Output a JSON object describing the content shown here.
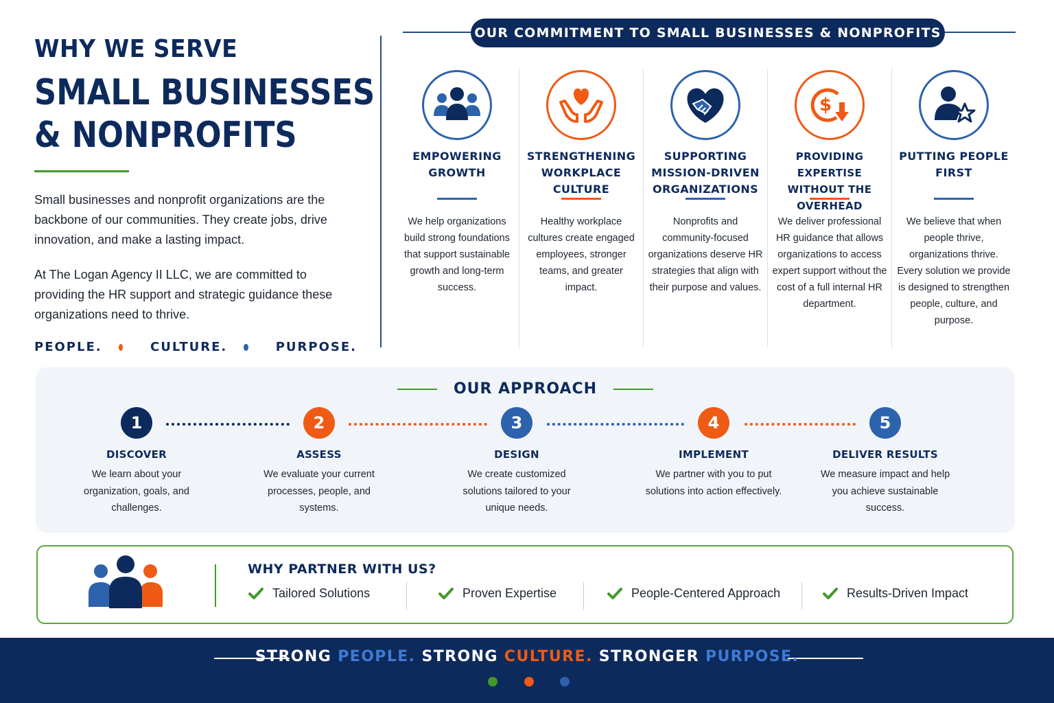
{
  "colors": {
    "navy": "#0d2a5c",
    "blue": "#2d62ad",
    "orange": "#ef5a14",
    "green": "#3f9a2a"
  },
  "hero": {
    "title_line1": "WHY WE SERVE",
    "title_line2": "SMALL BUSINESSES",
    "title_line3": "& NONPROFITS",
    "para1": "Small businesses and nonprofit organizations are the backbone of our communities. They create jobs, drive innovation, and make a lasting impact.",
    "para2": "At The Logan Agency II LLC, we are committed to providing the HR support and strategic guidance these organizations need to thrive.",
    "tagline": [
      "PEOPLE.",
      "CULTURE.",
      "PURPOSE."
    ]
  },
  "commitment": {
    "banner": "OUR COMMITMENT TO SMALL BUSINESSES & NONPROFITS",
    "columns": [
      {
        "icon": "people-group-icon",
        "title": "EMPOWERING GROWTH",
        "text": "We help organizations build strong foundations that support sustainable growth and long-term success."
      },
      {
        "icon": "heart-hands-icon",
        "title": "STRENGTHENING WORKPLACE CULTURE",
        "text": "Healthy workplace cultures create engaged employees, stronger teams, and greater impact."
      },
      {
        "icon": "handshake-heart-icon",
        "title": "SUPPORTING MISSION-DRIVEN ORGANIZATIONS",
        "text": "Nonprofits and community-focused organizations deserve HR strategies that align with their purpose and values."
      },
      {
        "icon": "dollar-down-icon",
        "title": "PROVIDING EXPERTISE WITHOUT THE OVERHEAD",
        "text": "We deliver professional HR guidance that allows organizations to access expert support without the cost of a full internal HR department."
      },
      {
        "icon": "person-star-icon",
        "title": "PUTTING PEOPLE FIRST",
        "text": "We believe that when people thrive, organizations thrive. Every solution we provide is designed to strengthen people, culture, and purpose."
      }
    ]
  },
  "approach": {
    "title": "OUR APPROACH",
    "steps": [
      {
        "num": "1",
        "title": "DISCOVER",
        "text": "We learn about your organization, goals, and challenges."
      },
      {
        "num": "2",
        "title": "ASSESS",
        "text": "We evaluate your current processes, people, and systems."
      },
      {
        "num": "3",
        "title": "DESIGN",
        "text": "We create customized solutions tailored to your unique needs."
      },
      {
        "num": "4",
        "title": "IMPLEMENT",
        "text": "We partner with you to put solutions into action effectively."
      },
      {
        "num": "5",
        "title": "DELIVER RESULTS",
        "text": "We measure impact and help you achieve sustainable success."
      }
    ]
  },
  "partner": {
    "title": "WHY PARTNER WITH US?",
    "items": [
      "Tailored Solutions",
      "Proven Expertise",
      "People-Centered Approach",
      "Results-Driven Impact"
    ]
  },
  "footer": {
    "w1": "STRONG ",
    "w2": "PEOPLE.",
    "w3": " STRONG ",
    "w4": "CULTURE.",
    "w5": " STRONGER ",
    "w6": "PURPOSE."
  }
}
